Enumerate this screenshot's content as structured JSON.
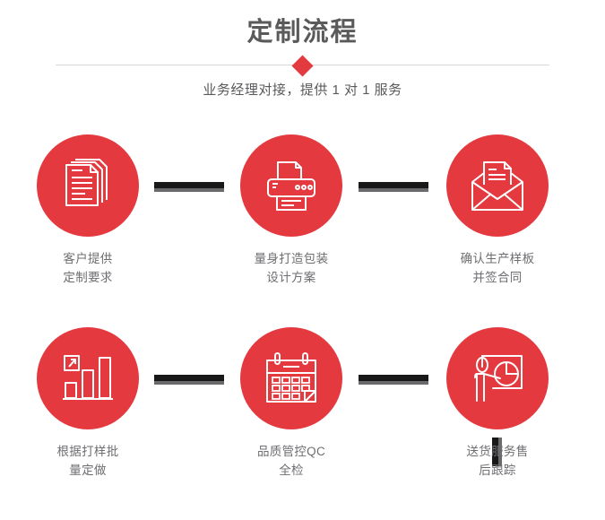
{
  "header": {
    "title": "定制流程",
    "subtitle": "业务经理对接，提供 1 对 1 服务",
    "accent_color": "#e23a3e",
    "divider_color": "#d8d8d8",
    "title_color": "#5a5a5a"
  },
  "theme": {
    "circle_color": "#e43a3f",
    "connector_dark": "#181818",
    "connector_shadow": "#6a6a6c",
    "label_color": "#6d6e71",
    "background": "#ffffff"
  },
  "steps": [
    {
      "index": 1,
      "icon": "documents-stack-icon",
      "label": "客户提供\n定制要求"
    },
    {
      "index": 2,
      "icon": "printer-icon",
      "label": "量身打造包装\n设计方案"
    },
    {
      "index": 3,
      "icon": "envelope-letter-icon",
      "label": "确认生产样板\n并签合同"
    },
    {
      "index": 4,
      "icon": "bar-chart-growth-icon",
      "label": "根据打样批\n量定做"
    },
    {
      "index": 5,
      "icon": "calendar-icon",
      "label": "品质管控QC\n全检"
    },
    {
      "index": 6,
      "icon": "presenter-chart-icon",
      "label": "送货服务售\n后跟踪"
    }
  ],
  "connectors": {
    "horizontal_count": 4,
    "vertical_count": 1
  }
}
